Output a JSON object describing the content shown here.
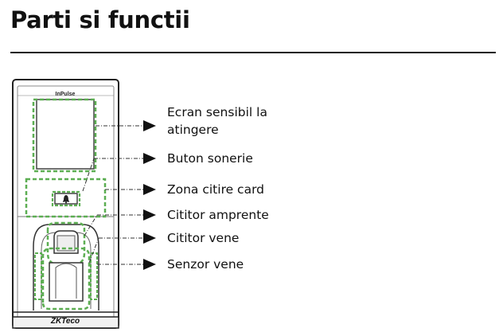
{
  "page": {
    "heading": "Parti si functii"
  },
  "device": {
    "brand_top": "InPulse",
    "brand_bottom": "ZKTeco"
  },
  "callouts": [
    {
      "line1": "Ecran sensibil la",
      "line2": "atingere"
    },
    {
      "line1": "Buton sonerie"
    },
    {
      "line1": "Zona citire card"
    },
    {
      "line1": "Cititor amprente"
    },
    {
      "line1": "Cititor vene"
    },
    {
      "line1": "Senzor vene"
    }
  ],
  "colors": {
    "highlight": "#5cae52",
    "device_outline": "#222222",
    "rule": "#1a1a1a"
  }
}
